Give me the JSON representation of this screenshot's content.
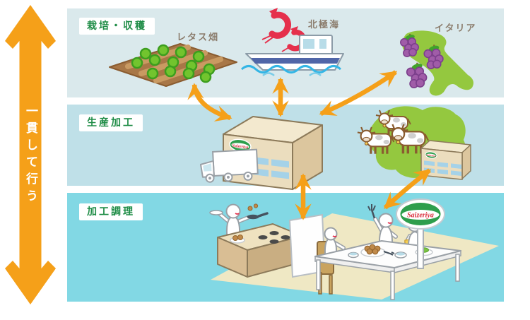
{
  "title_arrow": {
    "label": "一貫して行う"
  },
  "bands": [
    {
      "id": "cultivation-harvest",
      "label": "栽培・収穫"
    },
    {
      "id": "production-processing",
      "label": "生産加工"
    },
    {
      "id": "processing-cooking",
      "label": "加工調理"
    }
  ],
  "locations": {
    "lettuce": "レタス畑",
    "arctic": "北極海",
    "italy": "イタリア"
  },
  "brand": {
    "logo_text": "Saizeriya"
  },
  "colors": {
    "accent_orange": "#F5A019",
    "band_top": "#DAE9EC",
    "band_middle": "#BFE0E8",
    "band_bottom": "#82D8E4",
    "label_green": "#1E8C46",
    "location_text": "#8B7C6C",
    "logo_red": "#D92B3A",
    "logo_green": "#2E9E4C"
  }
}
